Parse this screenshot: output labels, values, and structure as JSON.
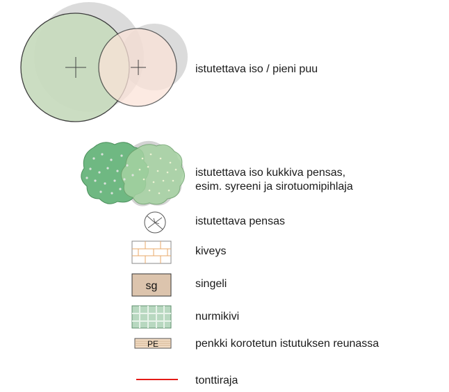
{
  "legend": {
    "items": [
      {
        "id": "tree",
        "label": "istutettava iso / pieni puu"
      },
      {
        "id": "flowering-shrub",
        "label_line1": "istutettava iso kukkiva pensas,",
        "label_line2": "esim. syreeni ja sirotuomipihlaja"
      },
      {
        "id": "shrub",
        "label": "istutettava pensas"
      },
      {
        "id": "paving",
        "label": "kiveys"
      },
      {
        "id": "gravel",
        "label": "singeli",
        "symbol_text": "sg"
      },
      {
        "id": "grass-paver",
        "label": "nurmikivi"
      },
      {
        "id": "bench",
        "label": "penkki korotetun istutuksen reunassa",
        "symbol_text": "PE"
      },
      {
        "id": "boundary",
        "label": "tonttiraja"
      }
    ],
    "colors": {
      "large_tree_fill": "#c9dcbf",
      "small_tree_fill": "#fbe3d9",
      "shadow": "#bdbdbd",
      "shrub_green": "#8cc99a",
      "gravel_fill": "#dcc4ad",
      "paving_line": "#e9a86a",
      "grass_paver_fill": "#b8d8c0",
      "bench_fill": "#f2dcc4",
      "boundary_red": "#e41b17"
    }
  }
}
